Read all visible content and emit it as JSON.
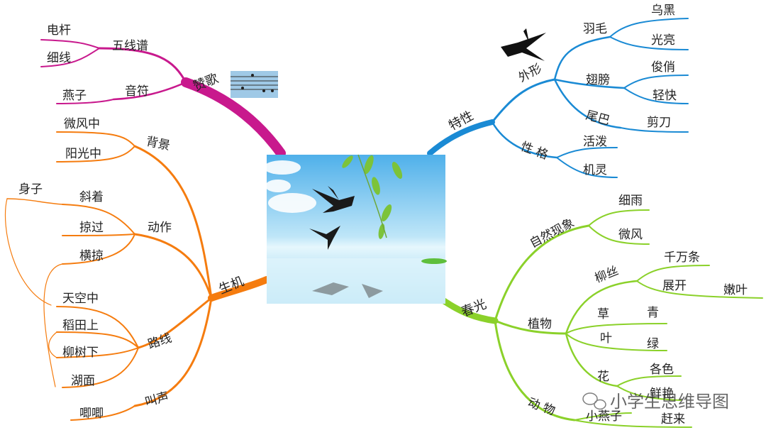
{
  "colors": {
    "magenta": "#c8198d",
    "blue": "#1a8ad4",
    "orange": "#f57c0f",
    "green": "#8bd12a",
    "sky_top": "#5ab8ee",
    "sky_bottom": "#d8f1fb"
  },
  "branches": {
    "zange": {
      "label": "赞歌",
      "wuxianpu": {
        "label": "五线谱",
        "dianggan": "电杆",
        "xixian": "细线"
      },
      "yinfu": {
        "label": "音符",
        "yanzi": "燕子"
      }
    },
    "texing": {
      "label": "特性",
      "waixing": {
        "label": "外形",
        "yumao": {
          "label": "羽毛",
          "wuhei": "乌黑",
          "guangliang": "光亮"
        },
        "chibang": {
          "label": "翅膀",
          "junqiao": "俊俏",
          "qingkuai": "轻快"
        },
        "weiba": {
          "label": "尾巴",
          "jiandao": "剪刀"
        }
      },
      "xingge": {
        "label": "性 格",
        "huopo": "活泼",
        "jiling": "机灵"
      }
    },
    "shengji": {
      "label": "生机",
      "beijing": {
        "label": "背景",
        "weifeng": "微风中",
        "yangguang": "阳光中"
      },
      "dongzuo": {
        "label": "动作",
        "xiezhe": "斜着",
        "shenzi": "身子",
        "lueguo": "掠过",
        "henglue": "横掠"
      },
      "luxian": {
        "label": "路线",
        "tiankong": "天空中",
        "daotian": "稻田上",
        "liushu": "柳树下",
        "humian": "湖面"
      },
      "jiaosheng": {
        "label": "叫声",
        "jiji": "唧唧"
      }
    },
    "chunguang": {
      "label": "春光",
      "ziran": {
        "label": "自然现象",
        "xiyu": "细雨",
        "weifeng": "微风"
      },
      "zhiwu": {
        "label": "植物",
        "liusi": {
          "label": "柳丝",
          "qianwan": "千万条",
          "zhankai": "展开",
          "nenye": "嫩叶"
        },
        "cao": {
          "label": "草",
          "qing": "青"
        },
        "ye": {
          "label": "叶",
          "lv": "绿"
        },
        "hua": {
          "label": "花",
          "gese": "各色",
          "xianyan": "鲜艳"
        }
      },
      "dongwu": {
        "label": "动 物",
        "xiaoyanzi": "小燕子",
        "ganlai": "赶来"
      }
    }
  },
  "watermark": {
    "text": "小学生思维导图"
  }
}
